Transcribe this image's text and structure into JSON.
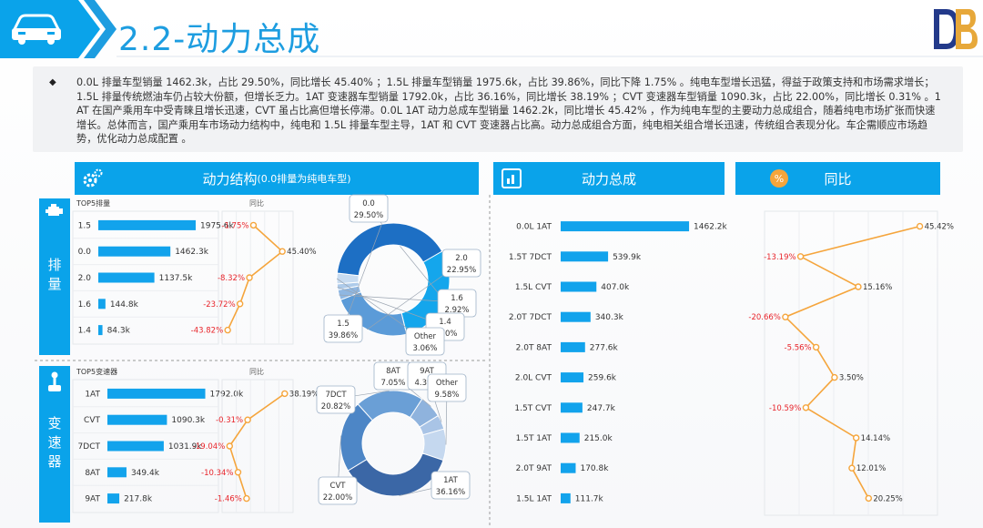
{
  "title": "2.2-动力总成",
  "paragraph": "0.0L 排量车型销量 1462.3k，占比 29.50%，同比增长 45.40% ；1.5L 排量车型销量 1975.6k，占比 39.86%，同比下降 1.75% 。纯电车型增长迅猛，得益于政策支持和市场需求增长；1.5L 排量传统燃油车仍占较大份额，但增长乏力。1AT 变速器车型销量 1792.0k，占比 36.16%，同比增长 38.19% ；CVT 变速器车型销量 1090.3k，占比 22.00%，同比增长 0.31% 。1AT 在国产乘用车中受青睐且增长迅速，CVT 虽占比高但增长停滞。0.0L 1AT 动力总成车型销量 1462.2k，同比增长 45.42% ，作为纯电车型的主要动力总成组合，随着纯电市场扩张而快速增长。总体而言，国产乘用车市场动力结构中，纯电和 1.5L 排量车型主导，1AT 和 CVT 变速器占比高。动力总成组合方面，纯电相关组合增长迅速，传统组合表现分化。车企需顺应市场趋势，优化动力总成配置 。",
  "bullet": "◆",
  "headers": {
    "structure": "动力结构",
    "structure_note": "(0.0排量为纯电车型)",
    "powertrain": "动力总成",
    "yoy": "同比"
  },
  "side_labels": {
    "displacement": "排量",
    "transmission": "变速器"
  },
  "colors": {
    "accent": "#0aa3ea",
    "orange": "#f5a53c",
    "red": "#e8252b"
  },
  "chart_data": [
    {
      "id": "disp_bar",
      "type": "bar",
      "title": "TOP5排量",
      "categories": [
        "1.5",
        "0.0",
        "2.0",
        "1.6",
        "1.4"
      ],
      "values": [
        1975.6,
        1462.3,
        1137.5,
        144.8,
        84.3
      ],
      "labels": [
        "1975.6k",
        "1462.3k",
        "1137.5k",
        "144.8k",
        "84.3k"
      ],
      "xlim": [
        0,
        2400
      ]
    },
    {
      "id": "disp_yoy",
      "type": "line",
      "title": "同比",
      "categories": [
        "1.5",
        "0.0",
        "2.0",
        "1.6",
        "1.4"
      ],
      "values": [
        -1.75,
        45.4,
        -8.32,
        -23.72,
        -43.82
      ],
      "labels": [
        "-1.75%",
        "45.40%",
        "-8.32%",
        "-23.72%",
        "-43.82%"
      ],
      "xlim": [
        -50,
        60
      ]
    },
    {
      "id": "disp_pie",
      "type": "pie",
      "slices": [
        {
          "name": "0.0",
          "value": 29.5,
          "label": "29.50%",
          "color": "#14a6ec"
        },
        {
          "name": "2.0",
          "value": 22.95,
          "label": "22.95%",
          "color": "#5b9bd8"
        },
        {
          "name": "1.6",
          "value": 2.92,
          "label": "2.92%",
          "color": "#8fb7e2"
        },
        {
          "name": "1.4",
          "value": 1.7,
          "label": "1.70%",
          "color": "#aecbea"
        },
        {
          "name": "Other",
          "value": 3.06,
          "label": "3.06%",
          "color": "#c8dcf1"
        },
        {
          "name": "1.5",
          "value": 39.86,
          "label": "39.86%",
          "color": "#1d6fc4"
        }
      ]
    },
    {
      "id": "trans_bar",
      "type": "bar",
      "title": "TOP5变速器",
      "categories": [
        "1AT",
        "CVT",
        "7DCT",
        "8AT",
        "9AT"
      ],
      "values": [
        1792.0,
        1090.3,
        1031.9,
        349.4,
        217.8
      ],
      "labels": [
        "1792.0k",
        "1090.3k",
        "1031.9k",
        "349.4k",
        "217.8k"
      ],
      "xlim": [
        0,
        2000
      ]
    },
    {
      "id": "trans_yoy",
      "type": "line",
      "title": "同比",
      "categories": [
        "1AT",
        "CVT",
        "7DCT",
        "8AT",
        "9AT"
      ],
      "values": [
        38.19,
        -0.31,
        -19.04,
        -10.34,
        -1.46
      ],
      "labels": [
        "38.19%",
        "-0.31%",
        "-19.04%",
        "-10.34%",
        "-1.46%"
      ],
      "xlim": [
        -25,
        45
      ]
    },
    {
      "id": "trans_pie",
      "type": "pie",
      "slices": [
        {
          "name": "8AT",
          "value": 7.05,
          "label": "7.05%",
          "color": "#8fb3dd"
        },
        {
          "name": "9AT",
          "value": 4.39,
          "label": "4.39%",
          "color": "#a9c4e6"
        },
        {
          "name": "Other",
          "value": 9.58,
          "label": "9.58%",
          "color": "#c5d8ef"
        },
        {
          "name": "1AT",
          "value": 36.16,
          "label": "36.16%",
          "color": "#3b67a6"
        },
        {
          "name": "CVT",
          "value": 22.0,
          "label": "22.00%",
          "color": "#4d86c6"
        },
        {
          "name": "7DCT",
          "value": 20.82,
          "label": "20.82%",
          "color": "#6a9fd6"
        }
      ]
    },
    {
      "id": "pt_bar",
      "type": "bar",
      "categories": [
        "0.0L 1AT",
        "1.5T 7DCT",
        "1.5L CVT",
        "2.0T 7DCT",
        "2.0T 8AT",
        "2.0L CVT",
        "1.5T CVT",
        "1.5T 1AT",
        "2.0T 9AT",
        "1.5L 1AT"
      ],
      "values": [
        1462.2,
        539.9,
        407.0,
        340.3,
        277.6,
        259.6,
        247.7,
        215.0,
        170.8,
        111.7
      ],
      "labels": [
        "1462.2k",
        "539.9k",
        "407.0k",
        "340.3k",
        "277.6k",
        "259.6k",
        "247.7k",
        "215.0k",
        "170.8k",
        "111.7k"
      ],
      "xlim": [
        0,
        1700
      ]
    },
    {
      "id": "pt_yoy",
      "type": "line",
      "categories": [
        "0.0L 1AT",
        "1.5T 7DCT",
        "1.5L CVT",
        "2.0T 7DCT",
        "2.0T 8AT",
        "2.0L CVT",
        "1.5T CVT",
        "1.5T 1AT",
        "2.0T 9AT",
        "1.5L 1AT"
      ],
      "values": [
        45.42,
        -13.19,
        15.16,
        -20.66,
        -5.56,
        3.5,
        -10.59,
        14.14,
        12.01,
        20.25
      ],
      "labels": [
        "45.42%",
        "-13.19%",
        "15.16%",
        "-20.66%",
        "-5.56%",
        "3.50%",
        "-10.59%",
        "14.14%",
        "12.01%",
        "20.25%"
      ],
      "xlim": [
        -30,
        55
      ]
    }
  ]
}
